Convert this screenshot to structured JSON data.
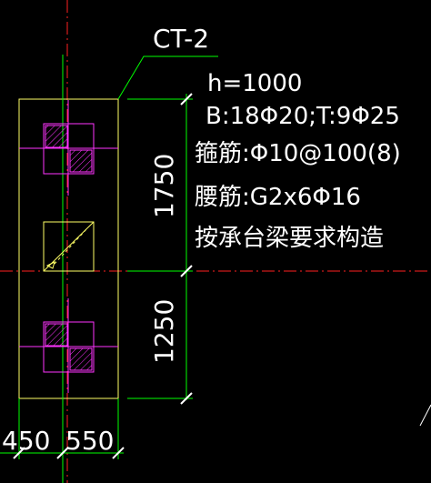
{
  "drawing": {
    "tag": "CT-2",
    "annotations": {
      "height": "h=1000",
      "main_rebar": "B:18Φ20;T:9Φ25",
      "stirrups": "箍筋:Φ10@100(8)",
      "waist_bars": "腰筋:G2x6Φ16",
      "note": "按承台梁要求构造"
    },
    "dimensions": {
      "upper_span": "1750",
      "lower_span": "1250",
      "left_offset": "450",
      "right_offset": "550"
    },
    "colors": {
      "background": "#000000",
      "outline": "#ffff66",
      "axis_red": "#ff2020",
      "dim_green": "#00ff00",
      "pile_magenta": "#ff33ff",
      "text_white": "#ffffff"
    }
  }
}
